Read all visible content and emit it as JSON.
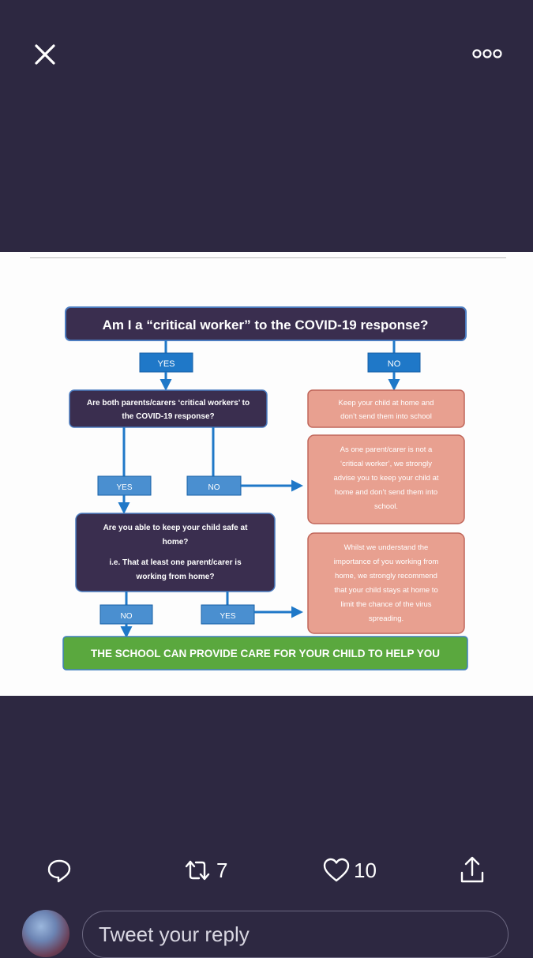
{
  "header": {
    "close_icon": "close-icon",
    "more_icon": "more-horizontal-icon"
  },
  "flowchart": {
    "title": "Am I a “critical worker” to the COVID-19 response?",
    "top_yes": "YES",
    "top_no": "NO",
    "q_both_line1": "Are both parents/carers ‘critical workers’ to",
    "q_both_line2": "the COVID-19 response?",
    "keep_home_line1": "Keep your child at home and",
    "keep_home_line2": "don’t send them into school",
    "mid_yes": "YES",
    "mid_no": "NO",
    "one_parent_lines": [
      "As one parent/carer is not a",
      "‘critical worker’, we strongly",
      "advise you to keep your child at",
      "home and don’t send them into",
      "school."
    ],
    "q_safe_lines": [
      "Are you able to keep your child safe at",
      "home?"
    ],
    "q_safe_ie_lines": [
      "i.e. That at least one parent/carer is",
      "working from home?"
    ],
    "working_home_lines": [
      "Whilst we understand the",
      "importance of you working from",
      "home, we strongly recommend",
      "that your child stays at home to",
      "limit the chance of the virus",
      "spreading."
    ],
    "bottom_no": "NO",
    "bottom_yes": "YES",
    "school_care": "THE SCHOOL CAN PROVIDE CARE FOR YOUR CHILD TO HELP YOU"
  },
  "actions": {
    "reply_icon": "reply-icon",
    "retweet_icon": "retweet-icon",
    "retweet_count": "7",
    "like_icon": "heart-icon",
    "like_count": "10",
    "share_icon": "share-icon"
  },
  "reply": {
    "placeholder": "Tweet your reply"
  },
  "colors": {
    "background": "#2d2841",
    "dark_box": "#3a2e4f",
    "blue": "#1f78c8",
    "blue_label": "#4a8fd0",
    "pink": "#e8a090",
    "green": "#5aa83e"
  }
}
